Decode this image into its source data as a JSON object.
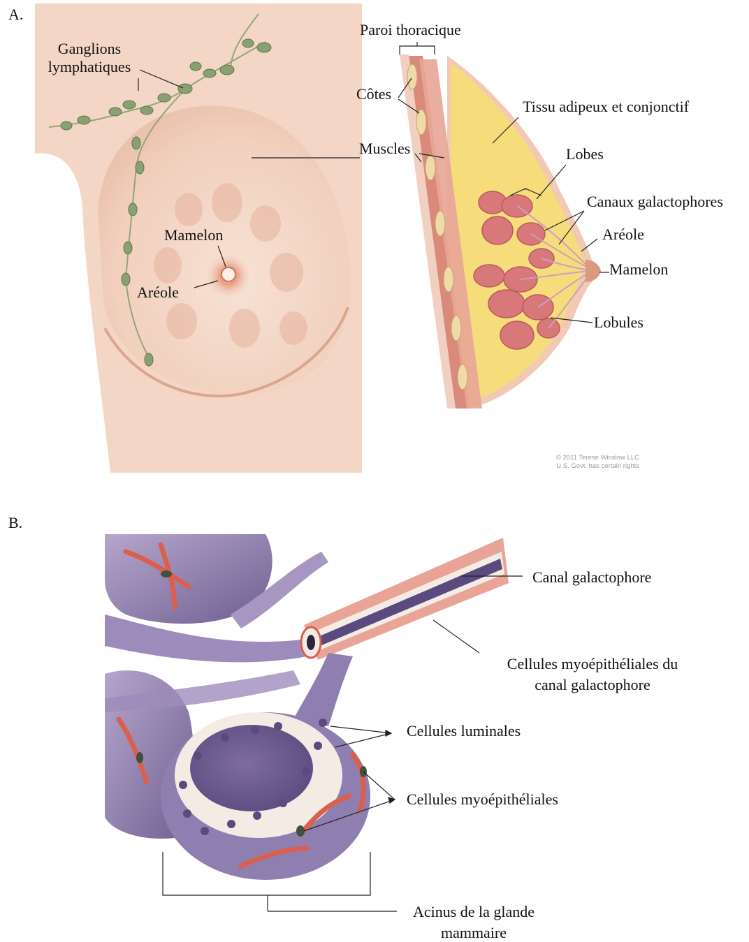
{
  "panels": {
    "a": "A.",
    "b": "B."
  },
  "panel_a": {
    "labels": {
      "ganglions": "Ganglions\nlymphatiques",
      "paroi": "Paroi thoracique",
      "cotes": "Côtes",
      "tissu": "Tissu adipeux et conjonctif",
      "muscles": "Muscles",
      "lobes": "Lobes",
      "canaux": "Canaux galactophores",
      "areole_right": "Aréole",
      "mamelon_right": "Mamelon",
      "lobules": "Lobules",
      "mamelon_left": "Mamelon",
      "areole_left": "Aréole"
    },
    "copyright_line1": "© 2011 Terese Winslow LLC",
    "copyright_line2": "U.S. Govt. has certain rights"
  },
  "panel_b": {
    "labels": {
      "canal": "Canal galactophore",
      "myo_canal_1": "Cellules myoépithéliales du",
      "myo_canal_2": "canal galactophore",
      "luminales": "Cellules luminales",
      "myo": "Cellules myoépithéliales",
      "acinus_1": "Acinus de la glande",
      "acinus_2": "mammaire"
    }
  },
  "colors": {
    "skin": "#f4d9c9",
    "skin_dark": "#e6b7a0",
    "fat": "#f6dc7a",
    "lobe": "#d9787a",
    "muscle": "#d98a7a",
    "lymph": "#8aa070",
    "tissue_purple": "#8c7ba8",
    "vessel_red": "#d9604e"
  }
}
